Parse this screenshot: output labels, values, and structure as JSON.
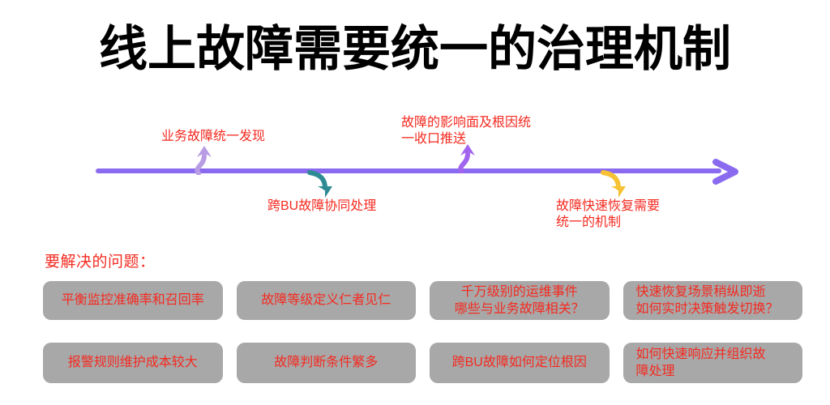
{
  "slide": {
    "title": "线上故障需要统一的治理机制"
  },
  "timeline": {
    "label_discover": "业务故障统一发现",
    "label_cross_bu": "跨BU故障协同处理",
    "label_root_cause": "故障的影响面及根因统\n一收口推送",
    "label_recovery": "故障快速恢复需要\n统一的机制",
    "colors": {
      "axis": "#8a6bf0",
      "arrow_up_light_purple": "#b89ce4",
      "arrow_down_teal": "#2e8b94",
      "arrow_up_purple": "#a164ef",
      "arrow_down_gold": "#f6c133"
    }
  },
  "problems": {
    "heading": "要解决的问题：",
    "colors": {
      "box_background": "#a8a8a8",
      "text": "#f42a20"
    },
    "boxes": [
      {
        "text": "平衡监控准确率和召回率"
      },
      {
        "text": "故障等级定义仁者见仁"
      },
      {
        "text": "千万级别的运维事件\n哪些与业务故障相关？"
      },
      {
        "text": "快速恢复场景稍纵即逝\n如何实时决策触发切换？"
      },
      {
        "text": "报警规则维护成本较大"
      },
      {
        "text": "故障判断条件繁多"
      },
      {
        "text": "跨BU故障如何定位根因"
      },
      {
        "text": "如何快速响应并组织故\n障处理"
      }
    ]
  }
}
